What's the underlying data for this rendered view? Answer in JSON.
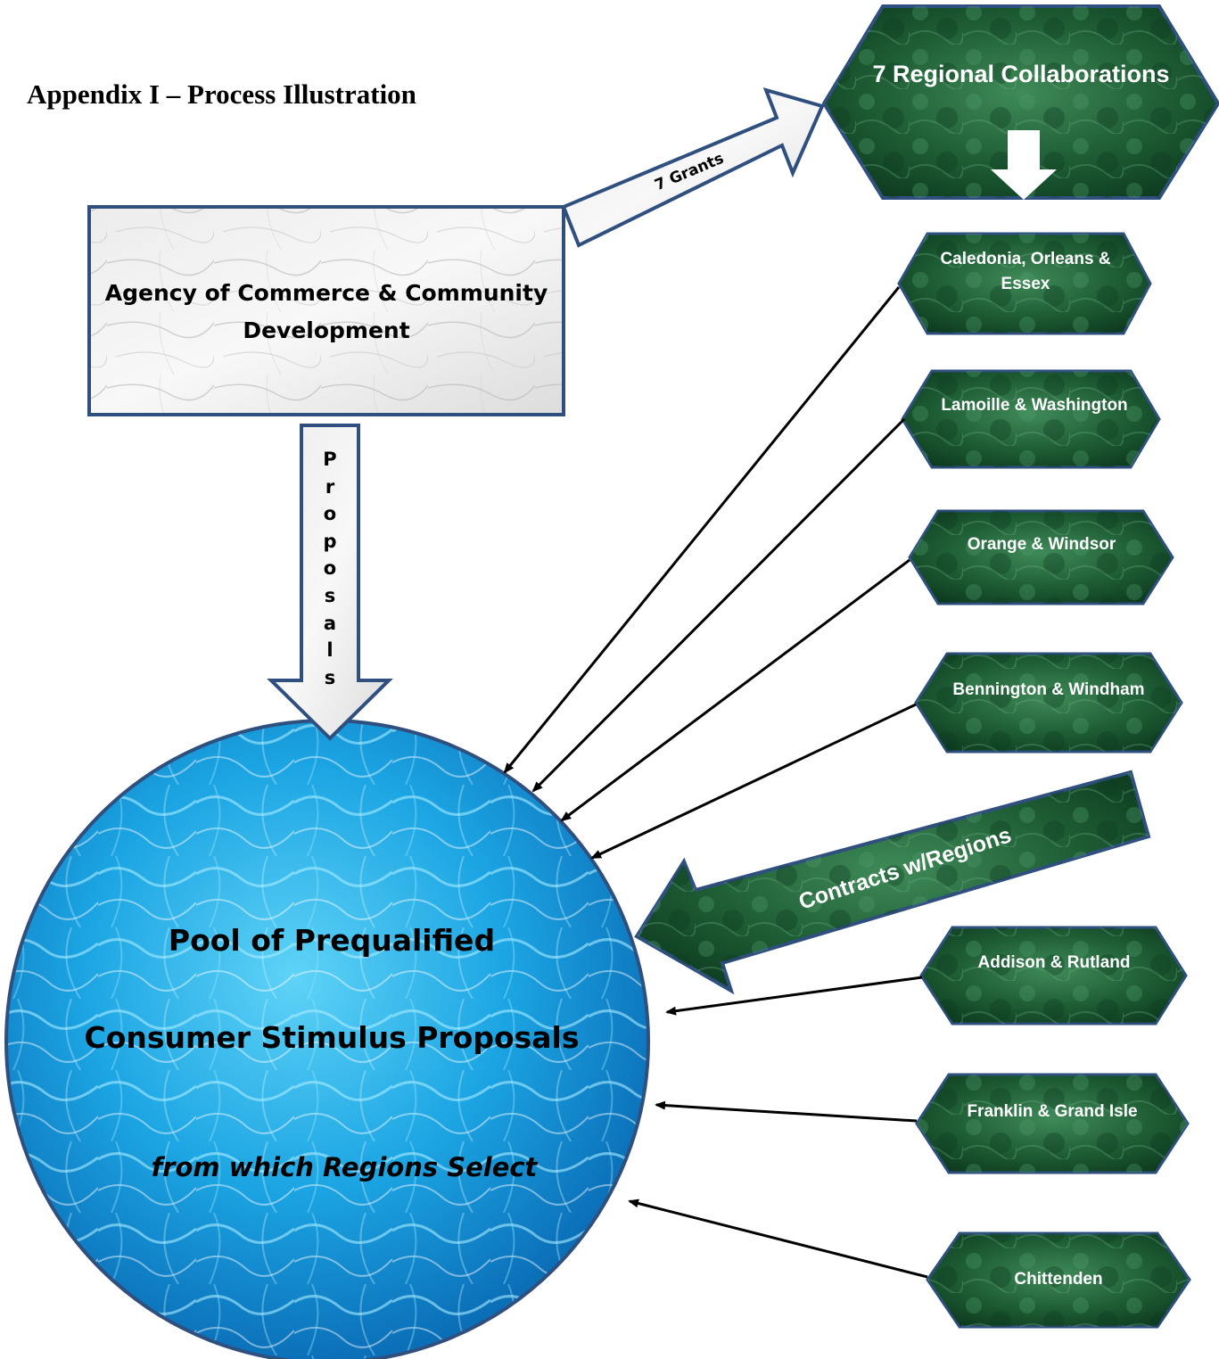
{
  "title": "Appendix I – Process Illustration",
  "agency": {
    "label": "Agency of Commerce & Community Development"
  },
  "grants": {
    "label": "7 Grants"
  },
  "hub": {
    "label": "7 Regional Collaborations"
  },
  "proposals_arrow": {
    "label": "Proposals"
  },
  "pool": {
    "title": "Pool of Prequalified",
    "subtitle": "Consumer Stimulus Proposals",
    "note": "from which Regions Select"
  },
  "contracts": {
    "label": "Contracts w/Regions"
  },
  "regions": [
    {
      "label": "Caledonia, Orleans & Essex"
    },
    {
      "label": "Lamoille & Washington"
    },
    {
      "label": "Orange & Windsor"
    },
    {
      "label": "Bennington & Windham"
    },
    {
      "label": "Addison & Rutland"
    },
    {
      "label": "Franklin & Grand Isle"
    },
    {
      "label": "Chittenden"
    }
  ],
  "colors": {
    "outline": "#2f4f7f",
    "green": "#1b5e36",
    "water": "#1ea3df",
    "marble": "#e4e4e4"
  }
}
